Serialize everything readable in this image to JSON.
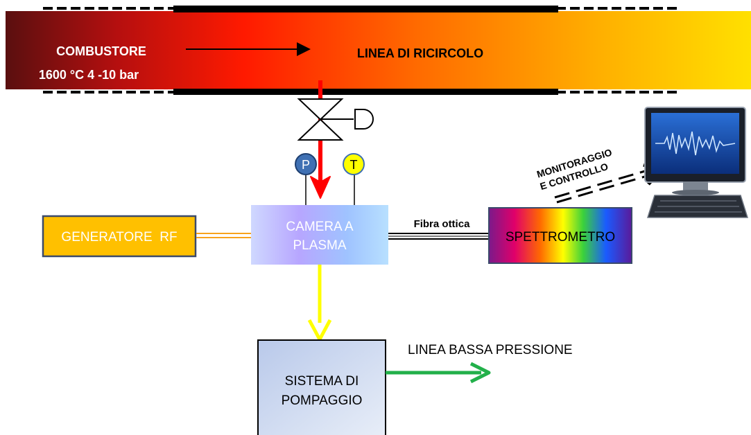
{
  "combustor": {
    "title": "COMBUSTORE",
    "conditions": "1600 °C 4 -10 bar"
  },
  "recirculation_line": {
    "label": "LINEA DI RICIRCOLO"
  },
  "sensors": {
    "pressure": "P",
    "temperature": "T"
  },
  "rf_generator": {
    "label": "GENERATORE  RF"
  },
  "plasma_chamber": {
    "line1": "CAMERA A",
    "line2": "PLASMA"
  },
  "optical_fiber": {
    "label": "Fibra ottica"
  },
  "spectrometer": {
    "label": "SPETTROMETRO"
  },
  "monitoring": {
    "line1": "MONITORAGGIO",
    "line2": "E CONTROLLO"
  },
  "pumping_system": {
    "line1": "SISTEMA DI",
    "line2": "POMPAGGIO"
  },
  "low_pressure_line": {
    "label": "LINEA BASSA PRESSIONE"
  },
  "colors": {
    "flow_hot": "#ff0000",
    "flow_exhaust": "#ffff00",
    "flow_low_pressure": "#22b04a",
    "rf_box": "#ffc000",
    "box_border": "#3b4a6b"
  }
}
